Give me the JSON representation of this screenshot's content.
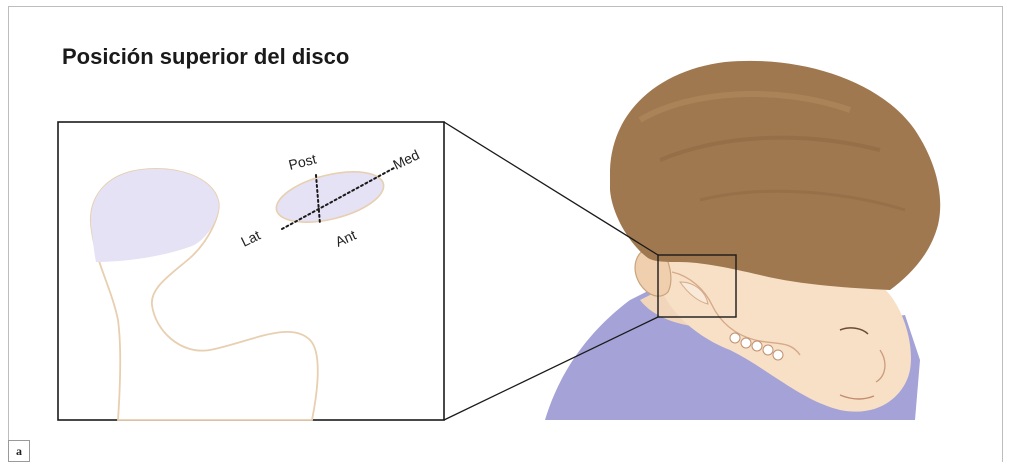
{
  "title": "Posición superior del disco",
  "panel_label": "a",
  "axis_labels": {
    "posterior": "Post",
    "medial": "Med",
    "lateral": "Lat",
    "anterior": "Ant"
  },
  "colors": {
    "disc_fill": "#e4e2f4",
    "bone_outline": "#e8cfb0",
    "hair": "#9c7650",
    "skin": "#f6dcc0",
    "shirt": "#a4a2d6",
    "line": "#1a1a1a"
  }
}
